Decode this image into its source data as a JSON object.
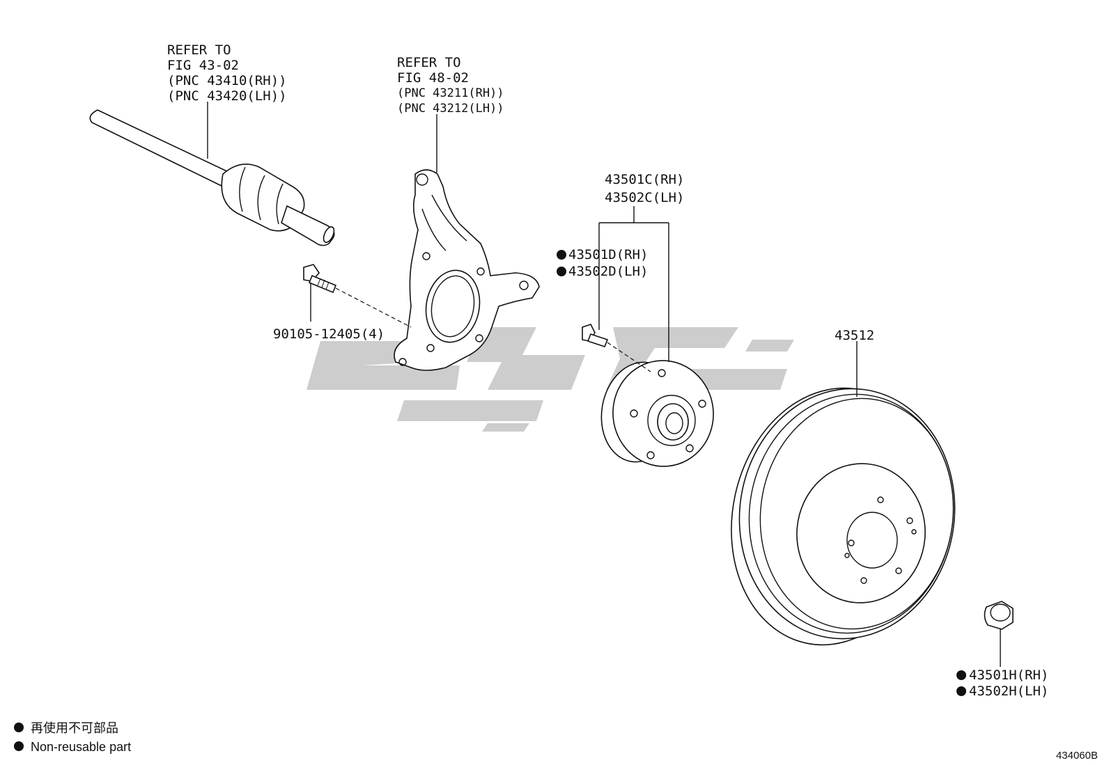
{
  "callouts": {
    "drive_shaft": [
      "REFER TO",
      "FIG 43-02",
      "(PNC 43410(RH))",
      "(PNC 43420(LH))"
    ],
    "knuckle": [
      "REFER TO",
      "FIG 48-02",
      "(PNC 43211(RH))",
      "(PNC 43212(LH))"
    ],
    "hub_bearing": [
      "43501C(RH)",
      "43502C(LH)"
    ],
    "hub_bolt": [
      "43501D(RH)",
      "43502D(LH)"
    ],
    "knuckle_bolt": "90105-12405(4)",
    "disc": "43512",
    "hub_nut": [
      "43501H(RH)",
      "43502H(LH)"
    ]
  },
  "legend": {
    "line1": "再使用不可部品",
    "line2": "Non-reusable part",
    "marker_icon": "filled-circle-icon"
  },
  "figure_code": "434060B",
  "watermark_color": "#c8c8c8"
}
